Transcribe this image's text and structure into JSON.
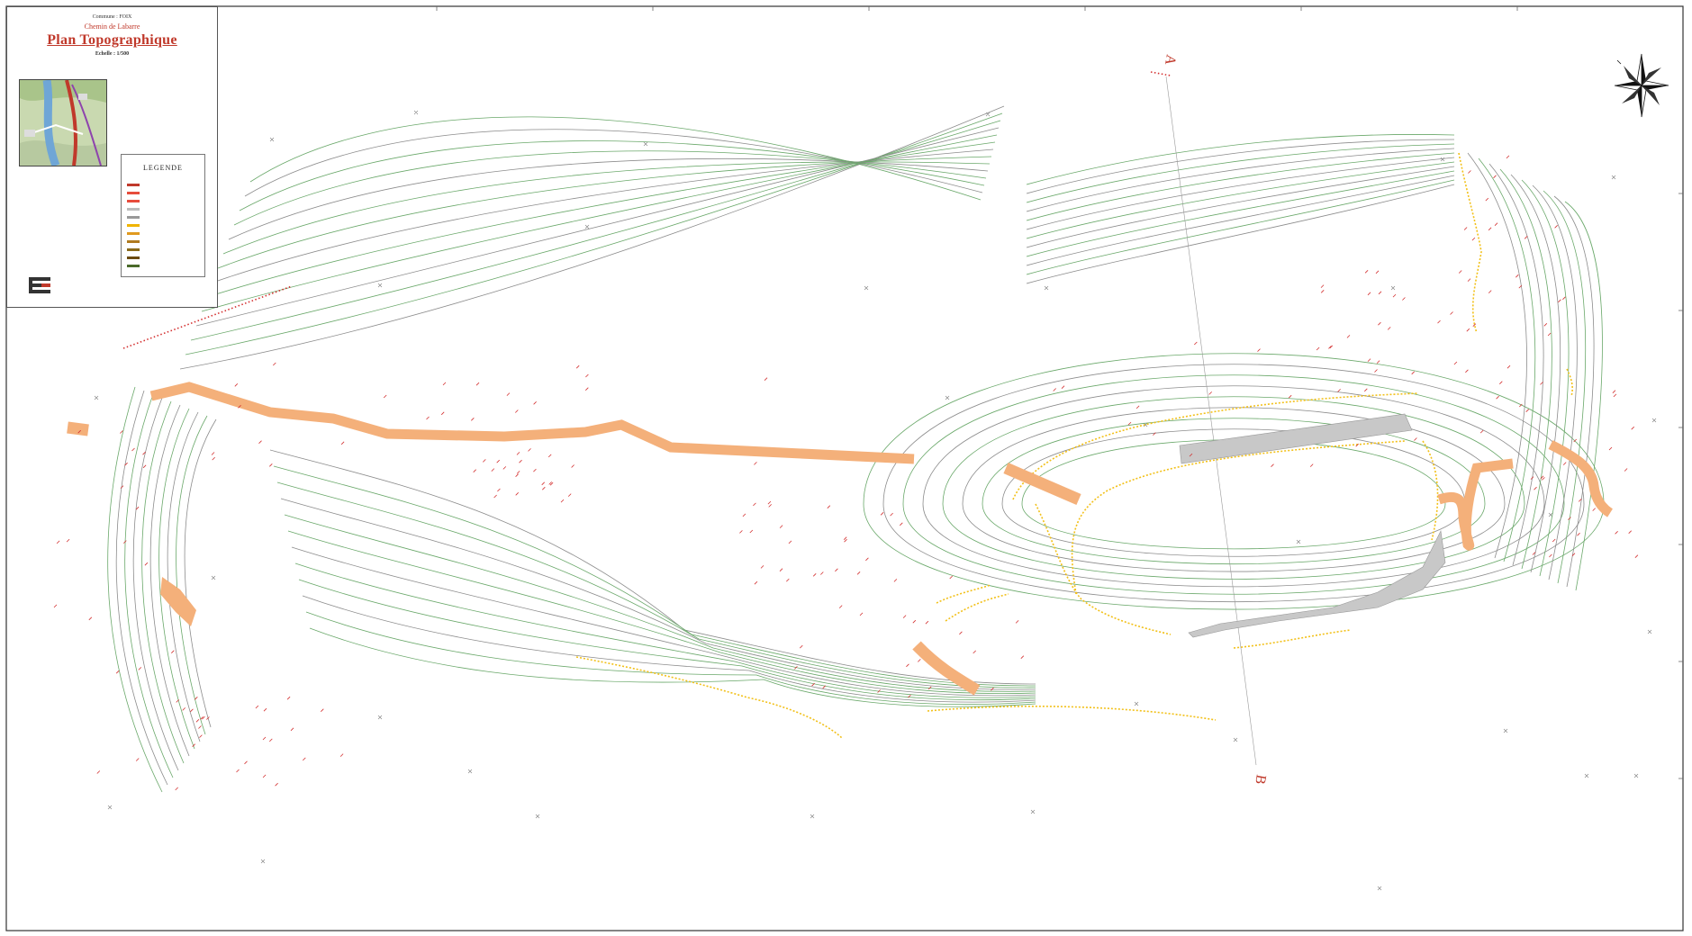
{
  "map": {
    "section_labels": {
      "a": "A",
      "b": "B"
    }
  },
  "cartouche": {
    "commune": "Commune : FOIX",
    "subtitle": "Chemin de Labarre",
    "title": "Plan Topographique",
    "scale": "Echelle : 1/500",
    "small_text": "",
    "legend_title": "LEGENDE",
    "legend_items": [
      {
        "color": "#c0392b",
        "label": ""
      },
      {
        "color": "#e74c3c",
        "label": ""
      },
      {
        "color": "#e74c3c",
        "label": ""
      },
      {
        "color": "#bbbbbb",
        "label": ""
      },
      {
        "color": "#999999",
        "label": ""
      },
      {
        "color": "#f0b400",
        "label": ""
      },
      {
        "color": "#e09a20",
        "label": ""
      },
      {
        "color": "#b07b20",
        "label": ""
      },
      {
        "color": "#8a6a1a",
        "label": ""
      },
      {
        "color": "#6b4a10",
        "label": ""
      },
      {
        "color": "#4a6a2a",
        "label": ""
      }
    ],
    "footer_text": ""
  },
  "colors": {
    "contour_green": "#6aa86a",
    "contour_grey": "#8c8c8c",
    "road_orange": "#f4b07a",
    "building_grey": "#c8c8c8",
    "dashed_yellow": "#f2c018",
    "dotted_red": "#d32f2f",
    "border": "#333333"
  }
}
